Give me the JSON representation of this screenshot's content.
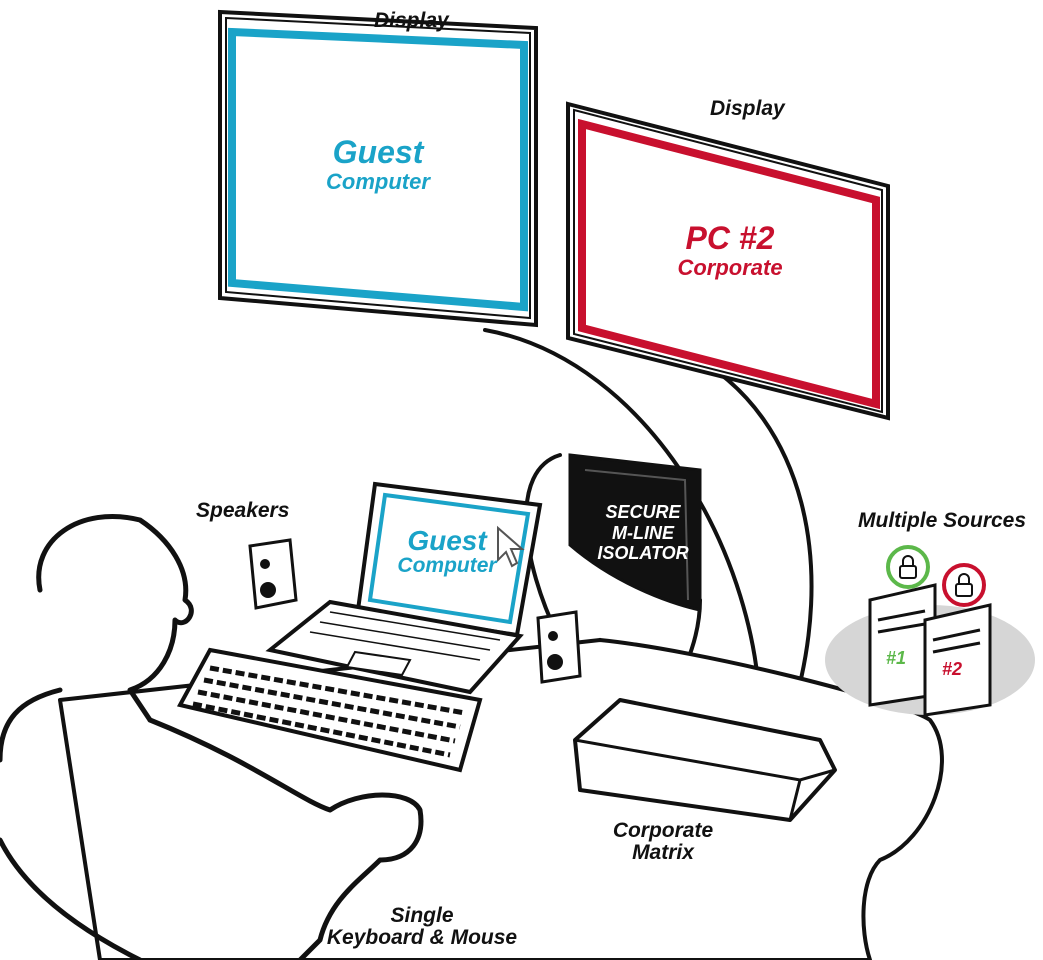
{
  "labels": {
    "display_left": "Display",
    "display_right": "Display",
    "speakers": "Speakers",
    "multiple_sources": "Multiple Sources",
    "corporate_matrix_line1": "Corporate",
    "corporate_matrix_line2": "Matrix",
    "keyboard_mouse_line1": "Single",
    "keyboard_mouse_line2": "Keyboard & Mouse"
  },
  "monitor_left": {
    "line1": "Guest",
    "line2": "Computer"
  },
  "monitor_right": {
    "line1": "PC #2",
    "line2": "Corporate"
  },
  "laptop": {
    "line1": "Guest",
    "line2": "Computer"
  },
  "isolator": {
    "line1": "SECURE",
    "line2": "M-LINE",
    "line3": "ISOLATOR"
  },
  "sources": {
    "pc1": "#1",
    "pc2": "#2"
  },
  "colors": {
    "guest": "#1aa3c8",
    "corporate": "#c8102e",
    "source1": "#5cb84a",
    "source2": "#c8102e",
    "ink": "#111111"
  },
  "icons": [
    "lock-icon",
    "cursor-icon",
    "speaker-icon"
  ]
}
